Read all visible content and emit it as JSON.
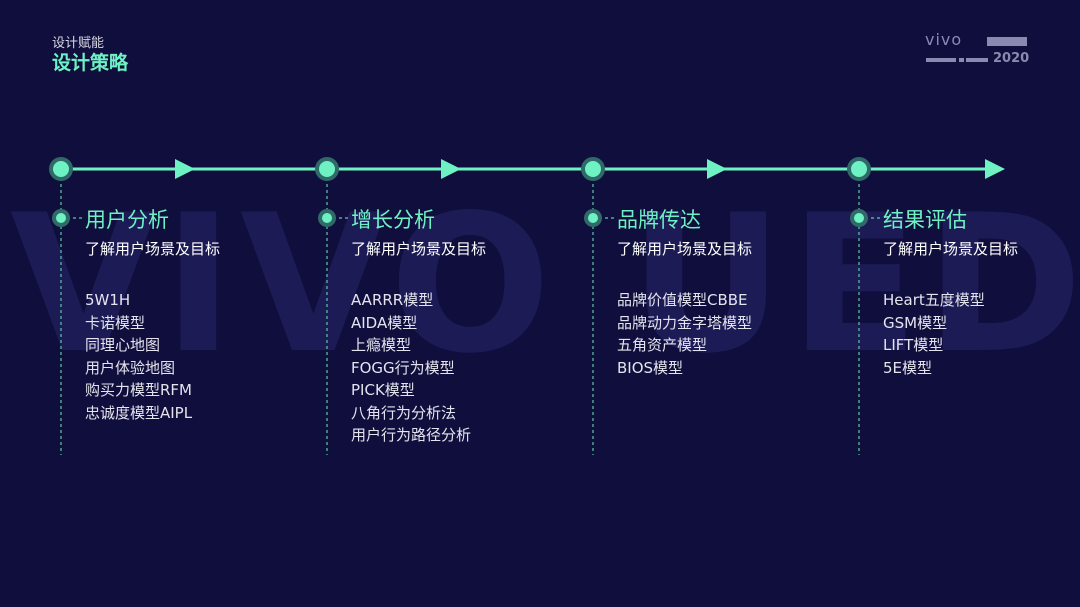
{
  "header": {
    "supertitle": "设计赋能",
    "title": "设计策略"
  },
  "logo": {
    "brand": "vivo",
    "year": "2020"
  },
  "watermark": "VIVO UED",
  "accent": "#6ef2c4",
  "stages": [
    {
      "title": "用户分析",
      "subtitle": "了解用户场景及目标",
      "items": [
        "5W1H",
        "卡诺模型",
        "同理心地图",
        "用户体验地图",
        "购买力模型RFM",
        "忠诚度模型AIPL"
      ]
    },
    {
      "title": "增长分析",
      "subtitle": "了解用户场景及目标",
      "items": [
        "AARRR模型",
        "AIDA模型",
        "上瘾模型",
        "FOGG行为模型",
        "PICK模型",
        "八角行为分析法",
        "用户行为路径分析"
      ]
    },
    {
      "title": "品牌传达",
      "subtitle": "了解用户场景及目标",
      "items": [
        "品牌价值模型CBBE",
        "品牌动力金字塔模型",
        "五角资产模型",
        "BIOS模型"
      ]
    },
    {
      "title": "结果评估",
      "subtitle": "了解用户场景及目标",
      "items": [
        "Heart五度模型",
        "GSM模型",
        "LIFT模型",
        "5E模型"
      ]
    }
  ]
}
